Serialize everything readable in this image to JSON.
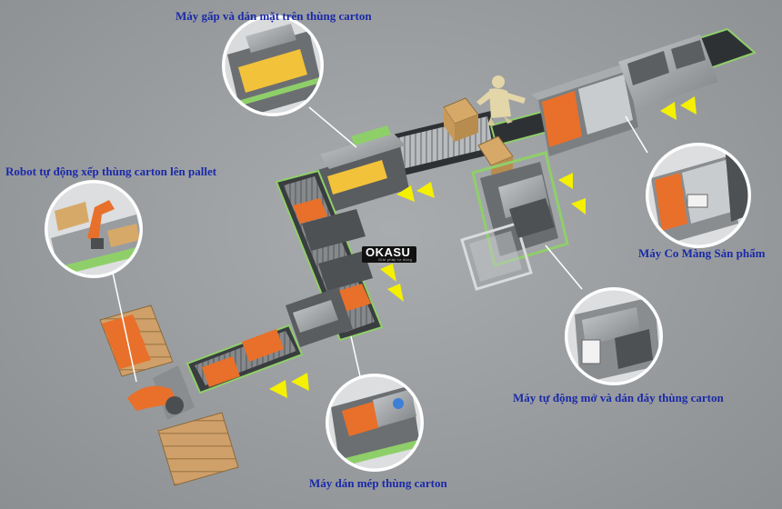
{
  "labels": {
    "top_sealer": "Máy gấp và dán mặt trên thùng carton",
    "palletizer": "Robot tự động  xếp thùng carton lên pallet",
    "shrink_wrap": "Máy Co Màng Sản phẩm",
    "erector": "Máy tự động mở và dán đáy thùng carton",
    "edge_sealer": "Máy dán mép thùng carton"
  },
  "logo": {
    "brand": "OKASU",
    "tagline": "Giải pháp tự động hóa"
  },
  "colors": {
    "label_text": "#1a2aa8",
    "conveyor_frame": "#8fcf6a",
    "arrow": "#f4f000",
    "machine_body": "#8a8c8e",
    "accent_orange": "#e8702a",
    "carton": "#d7a968",
    "pallet": "#c99a5e"
  }
}
